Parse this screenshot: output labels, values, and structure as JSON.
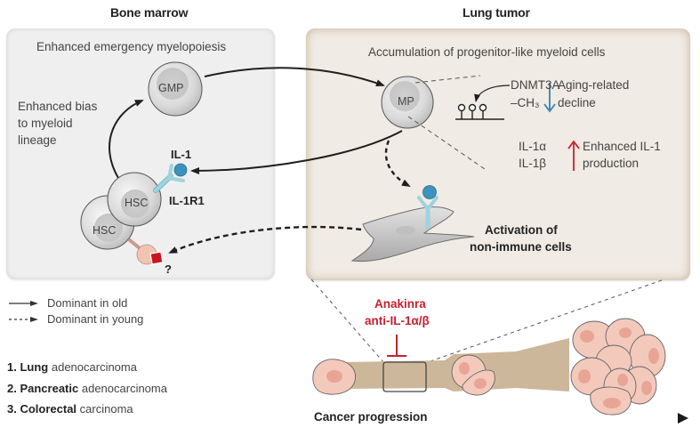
{
  "sections": {
    "bone_marrow": {
      "title": "Bone marrow",
      "heading": "Enhanced emergency myelopoiesis",
      "bias_label": [
        "Enhanced bias",
        "to myeloid",
        "lineage"
      ],
      "cells": {
        "gmp": "GMP",
        "hsc_front": "HSC",
        "hsc_back": "HSC"
      },
      "il1_label": "IL-1",
      "il1r1_label": "IL-1R1",
      "unknown_label": "?"
    },
    "lung_tumor": {
      "title": "Lung tumor",
      "heading": "Accumulation of progenitor-like myeloid cells",
      "cells": {
        "mp": "MP"
      },
      "dnmt3a_label": "DNMT3A",
      "methyl_label": "–CH₃",
      "aging_label": [
        "Aging-related",
        "decline"
      ],
      "il1a_label": "IL-1α",
      "il1b_label": "IL-1β",
      "enhanced_label": [
        "Enhanced IL-1",
        "production"
      ],
      "activation_label": [
        "Activation of",
        "non-immune cells"
      ]
    }
  },
  "legend": {
    "solid": "Dominant in old",
    "dashed": "Dominant in young"
  },
  "cancers": [
    {
      "num": "1.",
      "bold": "Lung",
      "rest": "adenocarcinoma"
    },
    {
      "num": "2.",
      "bold": "Pancreatic",
      "rest": "adenocarcinoma"
    },
    {
      "num": "3.",
      "bold": "Colorectal",
      "rest": "carcinoma"
    }
  ],
  "treatment": {
    "drug": "Anakinra",
    "target": "anti-IL-1α/β"
  },
  "progression_label": "Cancer progression",
  "colors": {
    "il1_ligand": "#3b93bd",
    "receptor": "#9fd3de",
    "inhibitor_red": "#c8202d",
    "decline_blue": "#3a82b0",
    "tumor_cell": "#f3c9bc",
    "tumor_nucleus": "#e8a595",
    "tissue_tan": "#cdb79a",
    "unknown_receptor": "#f2c3b3",
    "unknown_ligand": "#c8161f"
  }
}
